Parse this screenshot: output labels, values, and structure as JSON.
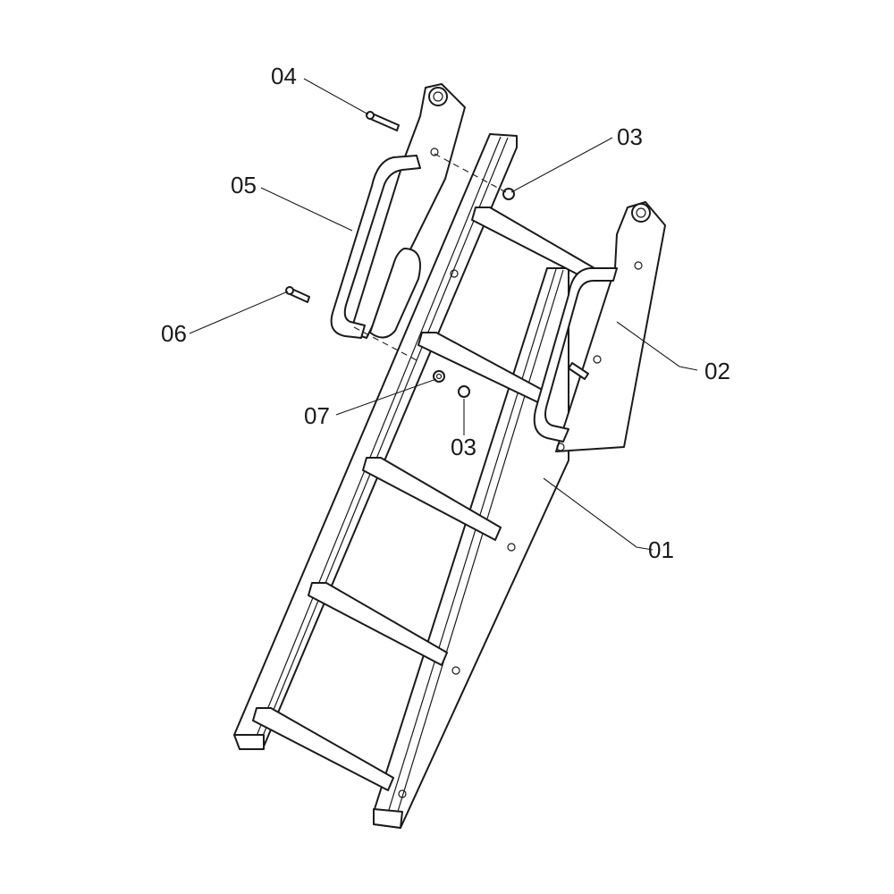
{
  "diagram": {
    "callouts": [
      {
        "id": "c01",
        "label": "01"
      },
      {
        "id": "c02",
        "label": "02"
      },
      {
        "id": "c03a",
        "label": "03"
      },
      {
        "id": "c03b",
        "label": "03"
      },
      {
        "id": "c04",
        "label": "04"
      },
      {
        "id": "c05",
        "label": "05"
      },
      {
        "id": "c06",
        "label": "06"
      },
      {
        "id": "c07",
        "label": "07"
      }
    ],
    "colors": {
      "line": "#1a1a1a",
      "background": "#ffffff"
    }
  }
}
